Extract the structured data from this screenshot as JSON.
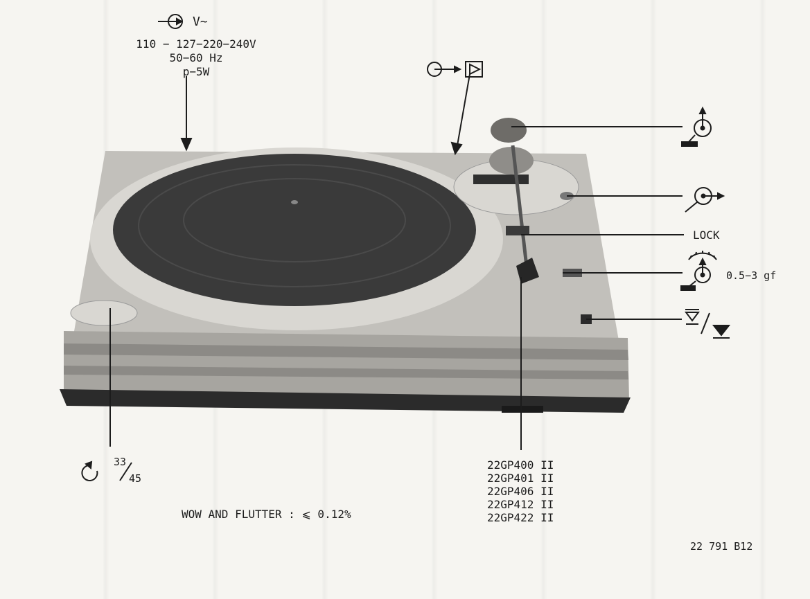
{
  "power": {
    "symbol_text": "V~",
    "voltage": "110 − 127−220−240V",
    "frequency": "50−60 Hz",
    "consumption": "p−5W"
  },
  "labels": {
    "lock": "LOCK",
    "tracking_force": "0.5−3 gf"
  },
  "speed": {
    "num": "33",
    "den": "45"
  },
  "models": [
    "22GP400 II",
    "22GP401 II",
    "22GP406 II",
    "22GP412 II",
    "22GP422 II"
  ],
  "specs": {
    "wow_flutter": "WOW AND FLUTTER : ⩽ 0.12%"
  },
  "document": {
    "number": "22  791  B12"
  },
  "icons": {
    "mains": "mains-input-icon",
    "audio_out": "audio-output-icon",
    "arm_lift": "arm-lift-icon",
    "bias": "anti-skating-icon",
    "force": "tracking-force-icon",
    "cue": "cue-up-down-icon",
    "speed": "rotation-speed-icon"
  },
  "colors": {
    "ink": "#1c1c1c",
    "paper": "#f6f5f1",
    "platter_mat": "#3a3a3a",
    "plinth": "#b3b1ac",
    "base": "#2b2b2b"
  }
}
